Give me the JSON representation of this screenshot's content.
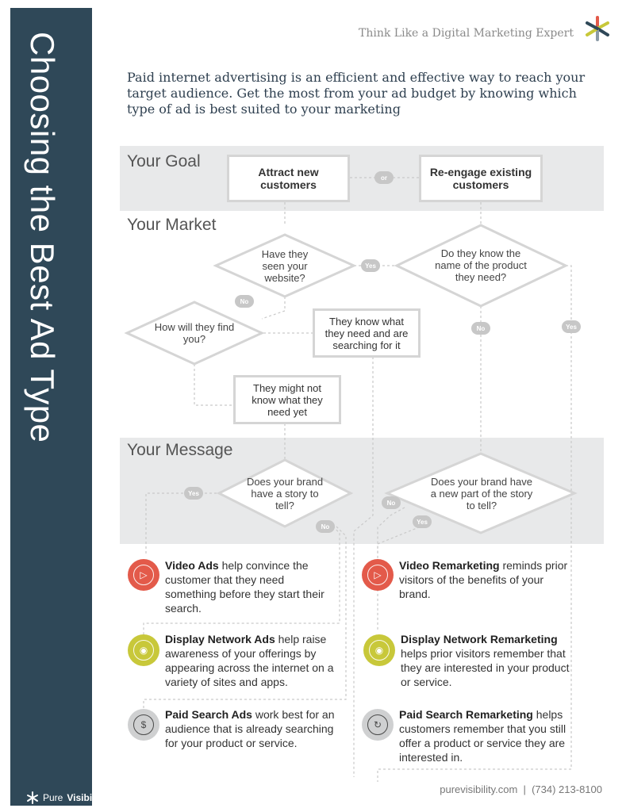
{
  "sidebar": {
    "title": "Choosing the Best Ad Type",
    "logo_prefix": "Pure",
    "logo_suffix": "Visibility"
  },
  "header": {
    "tagline": "Think Like a Digital Marketing Expert"
  },
  "intro": "Paid internet advertising is an efficient and effective way to reach your target audience. Get the most from your ad budget by knowing which type of ad is best suited to your marketing",
  "sections": {
    "goal": "Your Goal",
    "market": "Your Market",
    "message": "Your Message"
  },
  "goal": {
    "attract": "Attract new customers",
    "or": "or",
    "reengage": "Re-engage existing customers"
  },
  "market": {
    "seen_website": "Have they seen your website?",
    "know_product": "Do they know the name of the product they need?",
    "find_you": "How will they find you?",
    "know_searching": "They know what they need and are searching for it",
    "might_not_know": "They might not know what they need yet"
  },
  "message": {
    "story": "Does your brand have a story to tell?",
    "new_part": "Does your brand have a new part of the story to tell?"
  },
  "pills": {
    "yes": "Yes",
    "no": "No"
  },
  "ads": {
    "video": {
      "title": "Video Ads",
      "text": " help convince the customer that they need something before they start their search."
    },
    "display": {
      "title": "Display Network Ads",
      "text": " help raise awareness of your offerings by appearing across the internet on a variety of sites and apps."
    },
    "search": {
      "title": "Paid Search Ads",
      "text": " work best for an audience that is already searching for your product or service."
    },
    "video_rm": {
      "title": "Video Remarketing",
      "text": " reminds prior visitors of the benefits of your brand."
    },
    "display_rm": {
      "title": "Display Network Remarketing",
      "text": " helps prior visitors remember that they are interested in your product or service."
    },
    "search_rm": {
      "title": "Paid Search Remarketing",
      "text": " helps customers remember that you still offer a product or service they are interested in."
    }
  },
  "icons": {
    "video": "play-icon",
    "display": "network-icon",
    "search": "dollar-search-icon",
    "search_rm": "refresh-search-icon",
    "logo": "pinwheel-logo-icon"
  },
  "colors": {
    "sidebar": "#2f4858",
    "red": "#e35a4a",
    "olive": "#c8c83a",
    "gray": "#cfd0d1",
    "band": "#e8e9ea"
  },
  "footer": "purevisibility.com  |  (734) 213-8100"
}
